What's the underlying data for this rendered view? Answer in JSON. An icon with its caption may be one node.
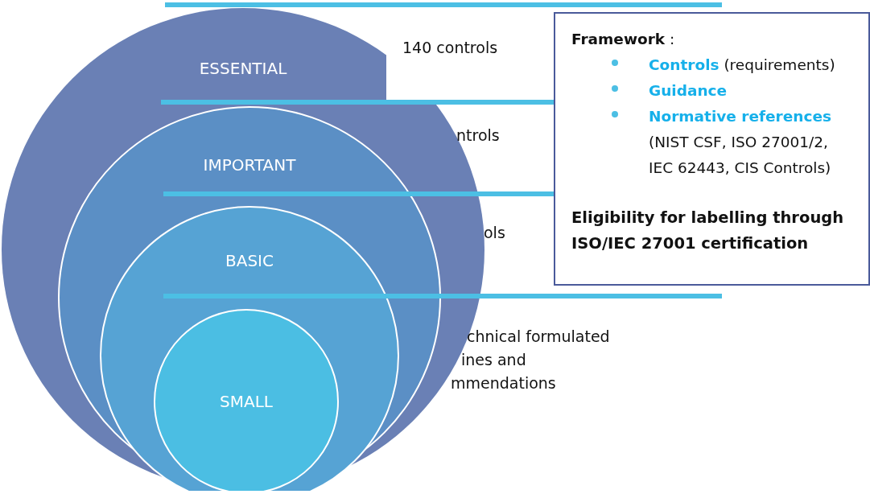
{
  "diagram": {
    "nodes": [
      {
        "text": [
          "ESSENTIAL"
        ]
      },
      {
        "text": [
          "IMPORTANT"
        ],
        "in": 0
      },
      {
        "text": [
          "BASIC"
        ],
        "in": 1
      },
      {
        "text": [
          "SMALL"
        ],
        "in": 2
      },
      {
        "text": [
          "**Framework** :",
          "**Controls** (requirements)",
          "**Guidance**",
          "**Normative references** (NIST CSF, ISO 27001/2, IEC 62443, CIS Controls)",
          "Eligibility for labelling through ISO/IEC 27001 certification"
        ]
      }
    ],
    "labels": [
      "140 controls",
      "ntrols",
      "ols",
      "chnical formulated ines and mmendations"
    ]
  }
}
